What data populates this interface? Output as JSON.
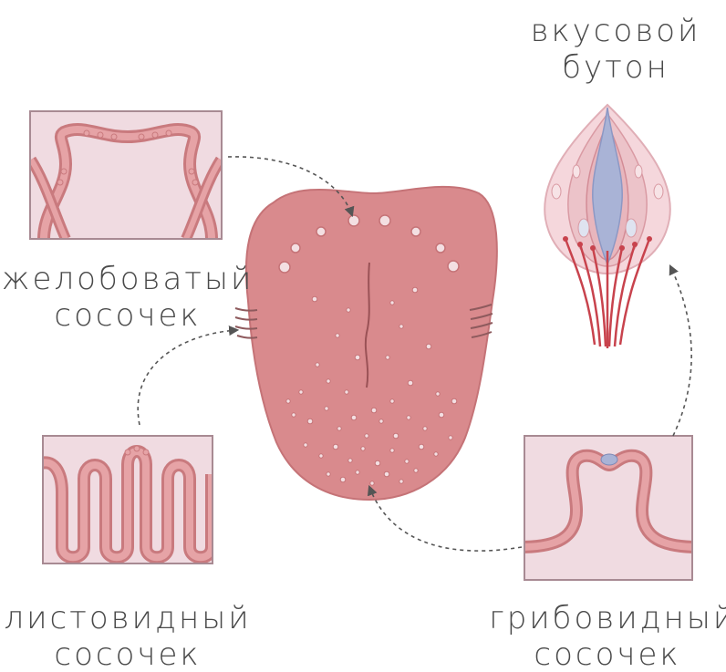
{
  "labels": {
    "taste_bud": {
      "line1": "вкусовой",
      "line2": "бутон"
    },
    "circumvallate": {
      "line1": "желобоватый",
      "line2": "сосочек"
    },
    "foliate": {
      "line1": "листовидный",
      "line2": "сосочек"
    },
    "fungiform": {
      "line1": "грибовидный",
      "line2": "сосочек"
    }
  },
  "colors": {
    "tongue": "#d98a8d",
    "tongue_dark": "#b8686c",
    "papilla_outer": "#c97a7e",
    "papilla_fill": "#e6a3a6",
    "panel_bg": "#f0dbe1",
    "panel_border": "#a88a93",
    "receptor_blue": "#a9b3d6",
    "nerve_red": "#c8434d",
    "arrow": "#555555",
    "text": "#4a4a4a"
  }
}
